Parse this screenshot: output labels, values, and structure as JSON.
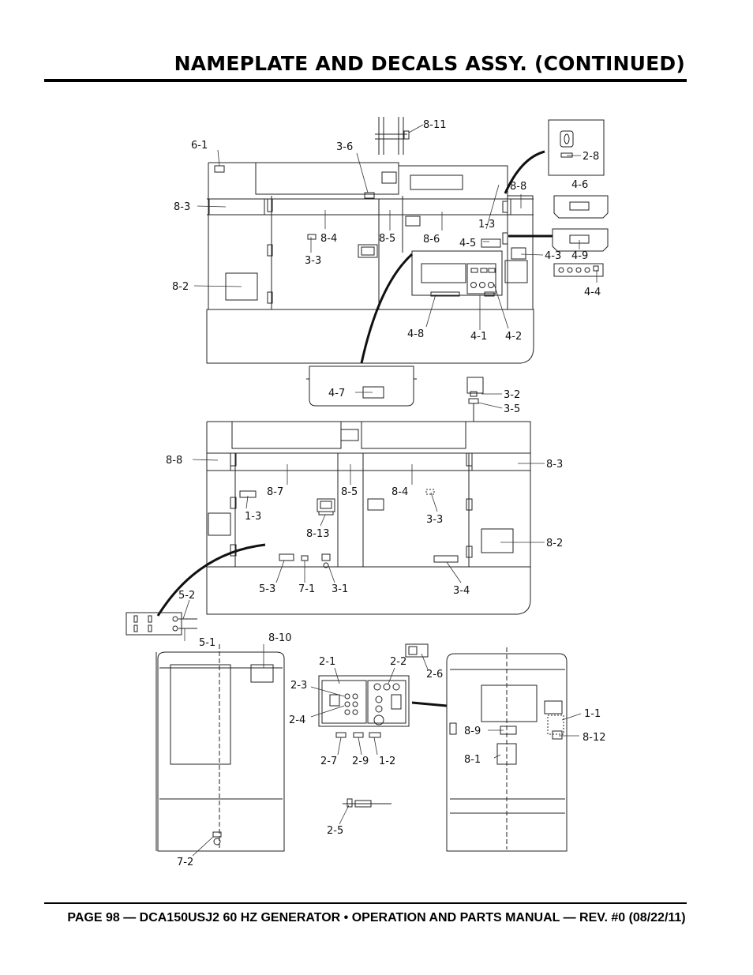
{
  "header": {
    "title": "NAMEPLATE AND DECALS ASSY. (CONTINUED)"
  },
  "footer": {
    "text": "PAGE 98 — DCA150USJ2 60 HZ GENERATOR • OPERATION AND PARTS MANUAL — REV. #0 (08/22/11)"
  },
  "callouts": {
    "view1": [
      "6-1",
      "3-6",
      "8-11",
      "2-8",
      "8-3",
      "8-4",
      "8-5",
      "8-6",
      "1-3",
      "8-8",
      "4-6",
      "3-3",
      "4-5",
      "4-3",
      "4-9",
      "8-2",
      "4-4",
      "4-8",
      "4-1",
      "4-2",
      "4-7",
      "3-2",
      "3-5"
    ],
    "view2": [
      "8-8",
      "8-7",
      "8-5",
      "8-4",
      "8-3",
      "1-3",
      "3-3",
      "8-13",
      "8-2",
      "5-3",
      "7-1",
      "3-1",
      "3-4",
      "5-2",
      "5-1"
    ],
    "view3": [
      "8-10",
      "2-1",
      "2-2",
      "2-3",
      "2-6",
      "2-4",
      "1-1",
      "8-9",
      "8-12",
      "2-7",
      "2-9",
      "1-2",
      "8-1",
      "2-5",
      "7-2"
    ]
  }
}
